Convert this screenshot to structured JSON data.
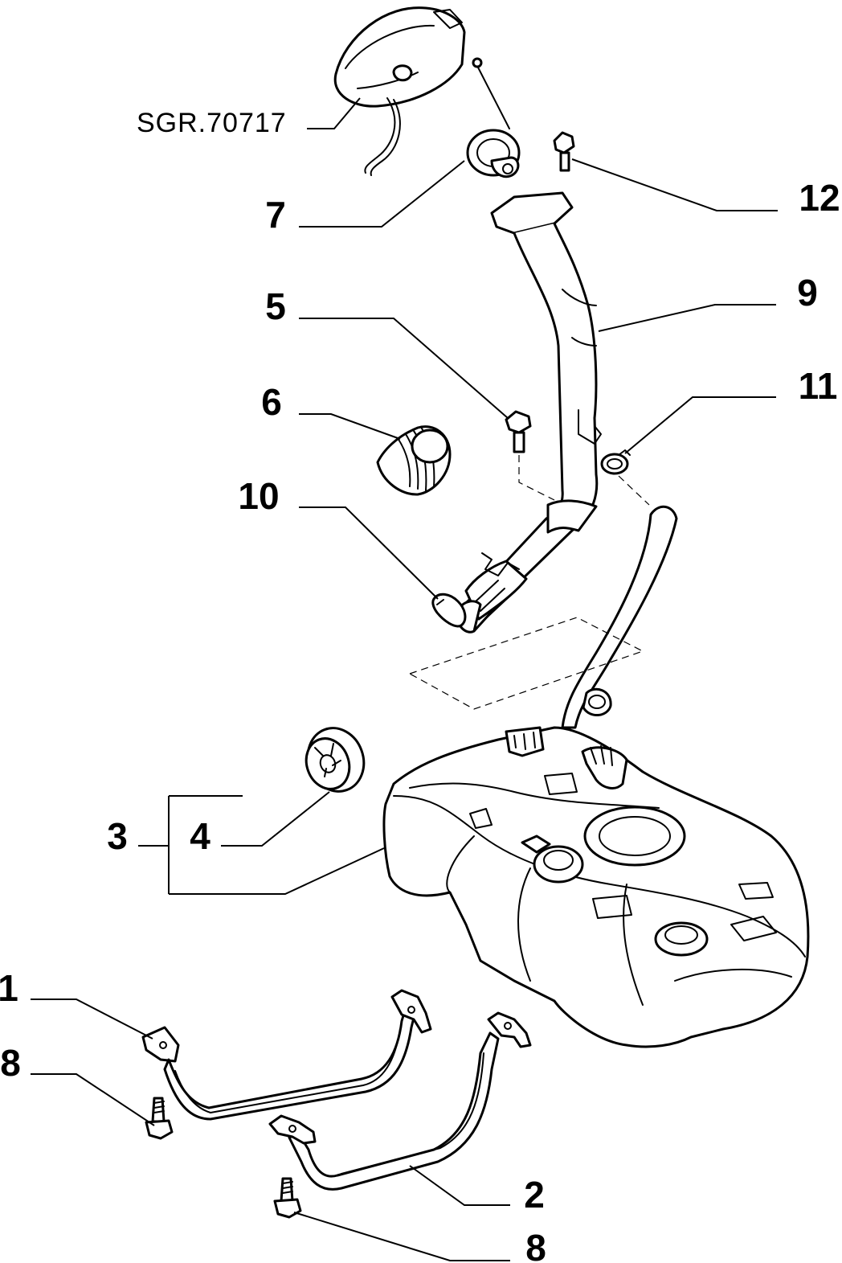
{
  "reference_label": "SGR.70717",
  "callouts": {
    "c1": "1",
    "c2": "2",
    "c3": "3",
    "c4": "4",
    "c5": "5",
    "c6": "6",
    "c7": "7",
    "c8a": "8",
    "c8b": "8",
    "c9": "9",
    "c10": "10",
    "c11": "11",
    "c12": "12"
  }
}
